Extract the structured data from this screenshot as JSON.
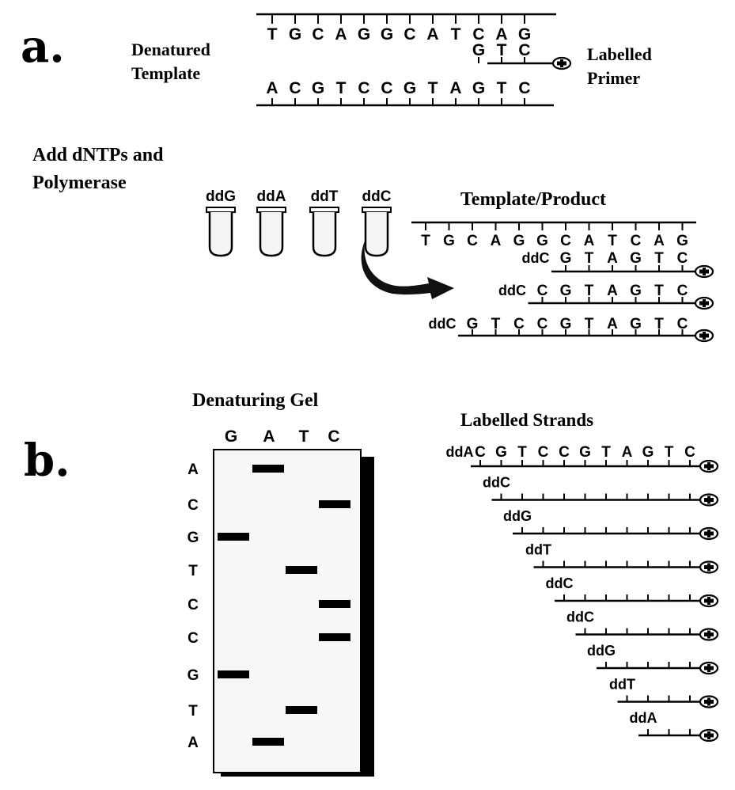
{
  "panel_a": {
    "label": "a.",
    "denatured_template": [
      "Denatured",
      "Template"
    ],
    "labelled_primer": [
      "Labelled",
      "Primer"
    ],
    "top_strand": [
      "T",
      "G",
      "C",
      "A",
      "G",
      "G",
      "C",
      "A",
      "T",
      "C",
      "A",
      "G"
    ],
    "primer": [
      "G",
      "T",
      "C"
    ],
    "bottom_strand": [
      "A",
      "C",
      "G",
      "T",
      "C",
      "C",
      "G",
      "T",
      "A",
      "G",
      "T",
      "C"
    ],
    "add_reagents": [
      "Add dNTPs and",
      "Polymerase"
    ],
    "tubes": [
      "ddG",
      "ddA",
      "ddT",
      "ddC"
    ],
    "template_product_title": "Template/Product",
    "product_template": [
      "T",
      "G",
      "C",
      "A",
      "G",
      "G",
      "C",
      "A",
      "T",
      "C",
      "A",
      "G"
    ],
    "products": [
      {
        "dd": "ddC",
        "bases": [
          "G",
          "T",
          "A",
          "G",
          "T",
          "C"
        ]
      },
      {
        "dd": "ddC",
        "bases": [
          "C",
          "G",
          "T",
          "A",
          "G",
          "T",
          "C"
        ]
      },
      {
        "dd": "ddC",
        "bases": [
          "G",
          "T",
          "C",
          "C",
          "G",
          "T",
          "A",
          "G",
          "T",
          "C"
        ]
      }
    ]
  },
  "panel_b": {
    "label": "b.",
    "gel_title": "Denaturing Gel",
    "lanes": [
      "G",
      "A",
      "T",
      "C"
    ],
    "read_sequence": [
      "A",
      "C",
      "G",
      "T",
      "C",
      "C",
      "G",
      "T",
      "A"
    ],
    "strands_title": "Labelled Strands",
    "strands": [
      {
        "dd": "ddA",
        "bases": [
          "C",
          "G",
          "T",
          "C",
          "C",
          "G",
          "T",
          "A",
          "G",
          "T",
          "C"
        ]
      },
      {
        "dd": "ddC",
        "bases": []
      },
      {
        "dd": "ddG",
        "bases": []
      },
      {
        "dd": "ddT",
        "bases": []
      },
      {
        "dd": "ddC",
        "bases": []
      },
      {
        "dd": "ddC",
        "bases": []
      },
      {
        "dd": "ddG",
        "bases": []
      },
      {
        "dd": "ddT",
        "bases": []
      },
      {
        "dd": "ddA",
        "bases": []
      }
    ]
  }
}
